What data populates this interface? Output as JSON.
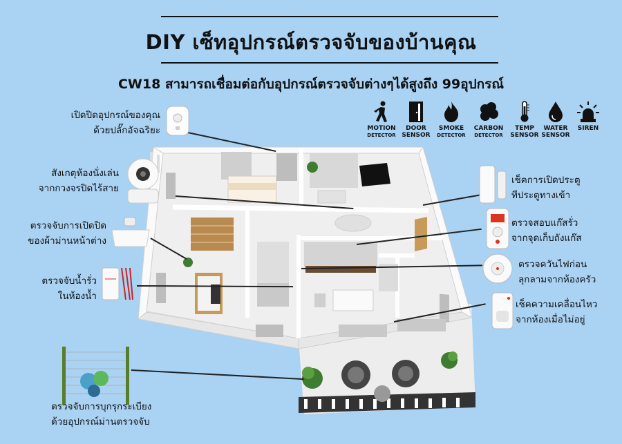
{
  "header": {
    "title": "DIY เซ็ทอุปกรณ์ตรวจจับของบ้านคุณ",
    "subtitle": "CW18 สามารถเชื่อมต่อกับอุปกรณ์ตรวจจับต่างๆได้สูงถึง 99อุปกรณ์"
  },
  "sensors": [
    {
      "icon": "motion-detector-icon",
      "line1": "MOTION",
      "line2": "DETECTOR"
    },
    {
      "icon": "door-sensor-icon",
      "line1": "DOOR",
      "line2": "SENSOR"
    },
    {
      "icon": "smoke-detector-icon",
      "line1": "SMOKE",
      "line2": "DETECTOR"
    },
    {
      "icon": "carbon-detector-icon",
      "line1": "CARBON",
      "line2": "DETECTOR"
    },
    {
      "icon": "temp-sensor-icon",
      "line1": "TEMP",
      "line2": "SENSOR"
    },
    {
      "icon": "water-sensor-icon",
      "line1": "WATER",
      "line2": "SENSOR"
    },
    {
      "icon": "siren-icon",
      "line1": "SIREN",
      "line2": ""
    }
  ],
  "callouts_left": [
    {
      "line1": "เปิดปิดอุปกรณ์ของคุณ",
      "line2": "ด้วยปลั๊กอัจฉริยะ"
    },
    {
      "line1": "สังเกตุห้องนั่งเล่น",
      "line2": "จากกวงจรปิดไร้สาย"
    },
    {
      "line1": "ตรวจจับการเปิดปิด",
      "line2": "ของผ้าม่านหน้าต่าง"
    },
    {
      "line1": "ตรวจจับน้ำรั่ว",
      "line2": "ในห้องน้ำ"
    },
    {
      "line1": "ตรวจจับการบุกรุกระเบียง",
      "line2": "ด้วยอุปกรณ์ม่านตรวจจับ"
    }
  ],
  "callouts_right": [
    {
      "line1": "เช็คการเปิดประตู",
      "line2": "ทีประตูทางเข้า"
    },
    {
      "line1": "ตรวจสอบแก๊สรั่ว",
      "line2": "จากจุดเก็บถังแก๊ส"
    },
    {
      "line1": "ตรวจควันไฟก่อน",
      "line2": "ลุกลามจากห้องครัว"
    },
    {
      "line1": "เช็คความเคลื่อนไหว",
      "line2": "จากห้องเมื่อไม่อยู่"
    }
  ],
  "colors": {
    "background": "#a9d2f3",
    "wall": "#f4f4f4",
    "floor": "#e2e2e2",
    "wood": "#c89a5a"
  }
}
